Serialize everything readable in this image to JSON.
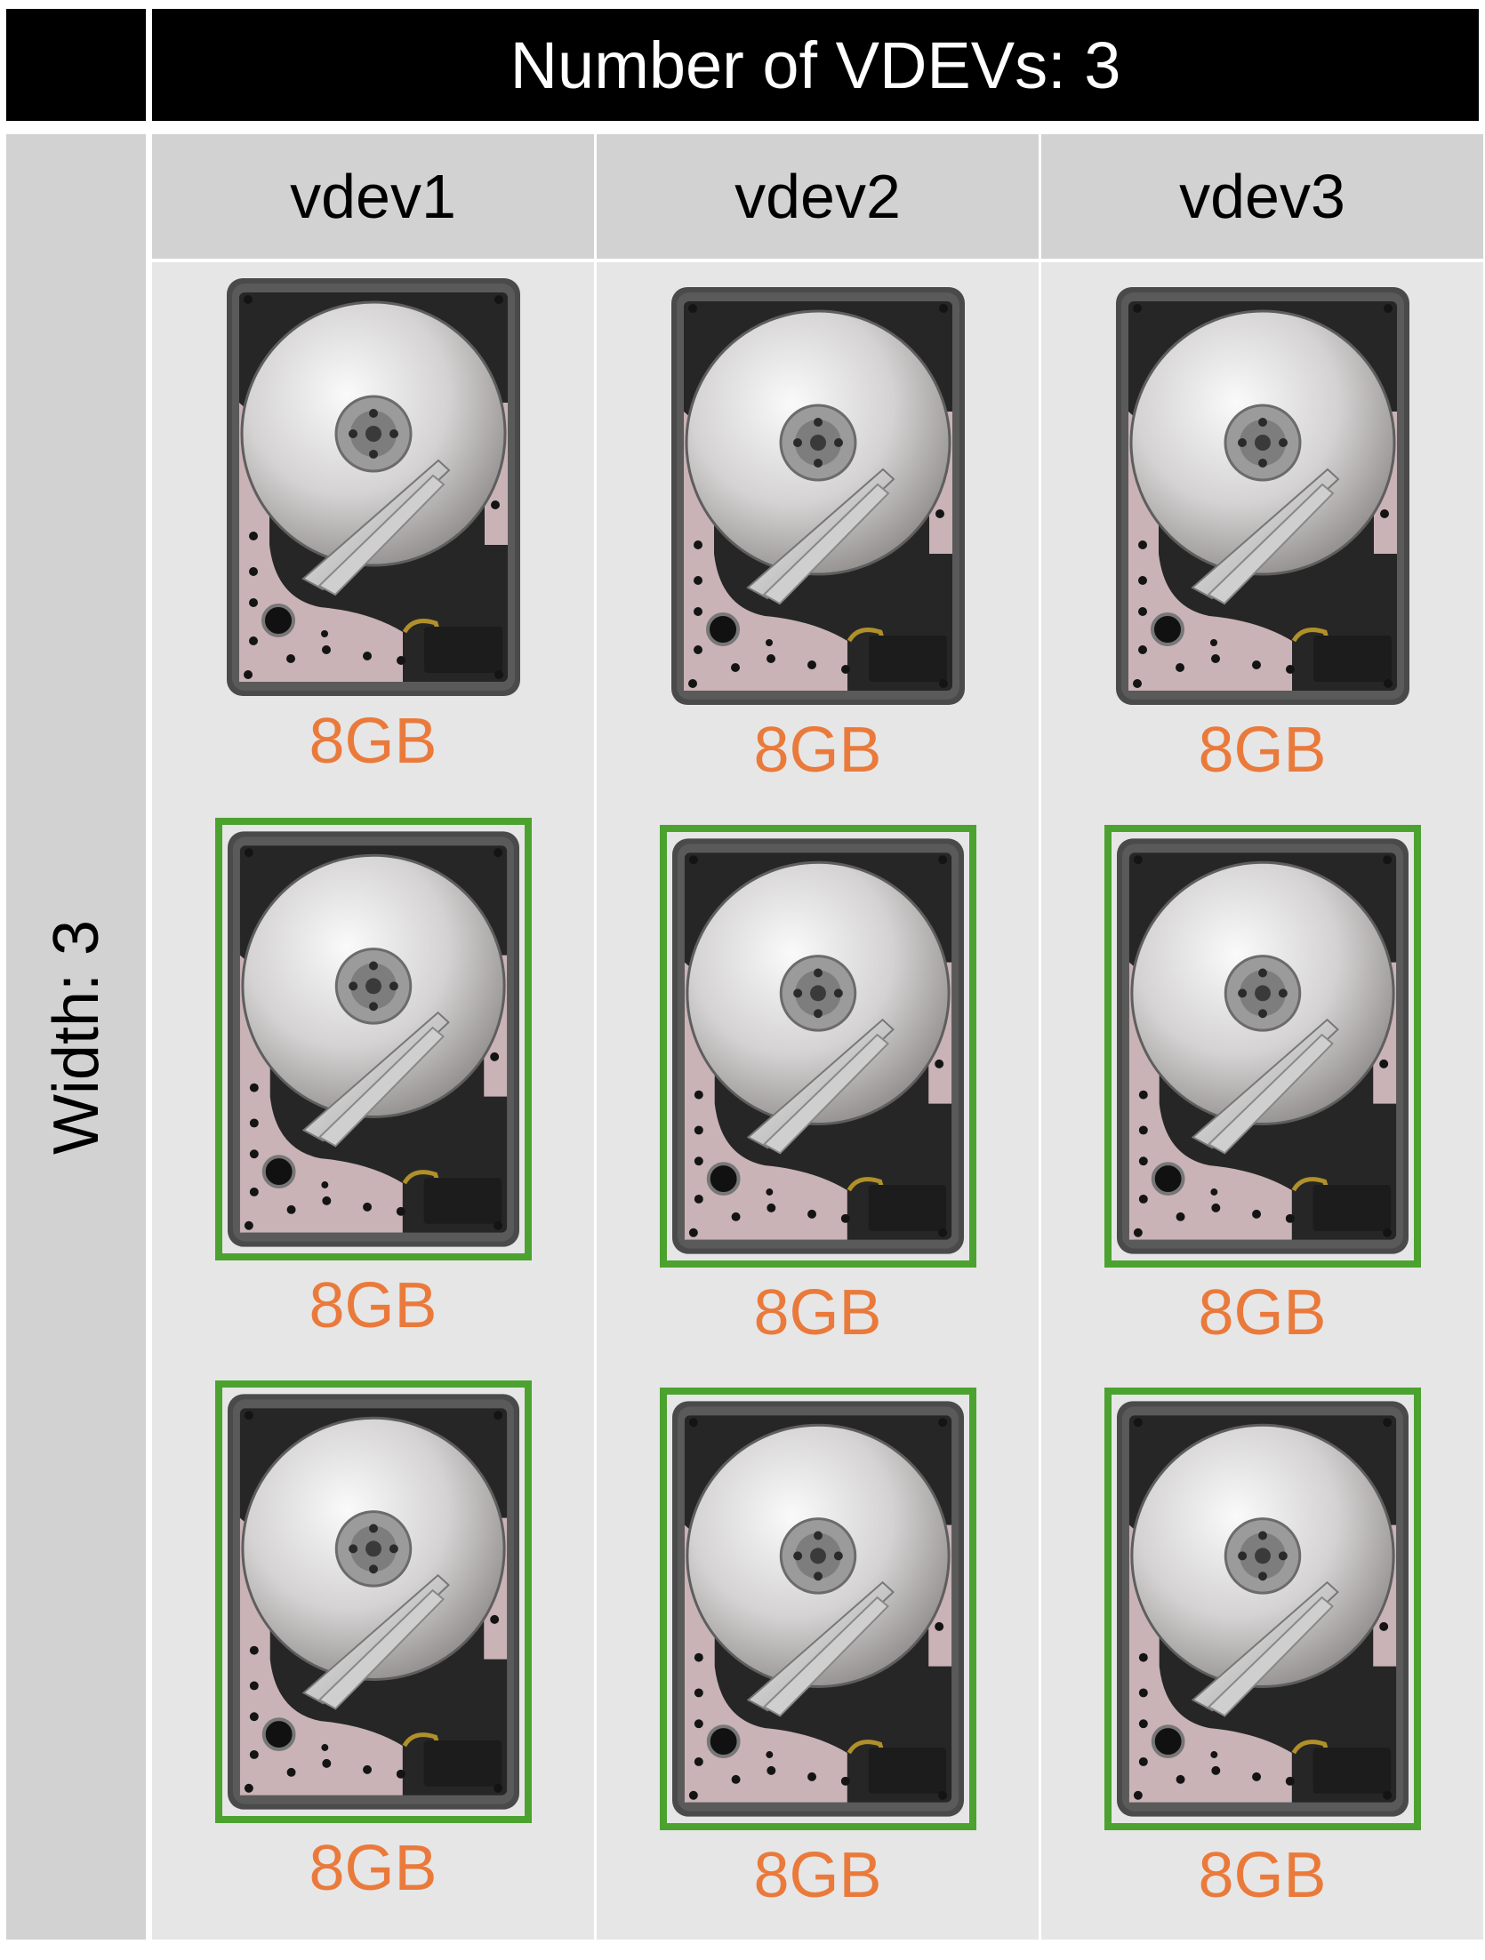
{
  "header": {
    "title": "Number of VDEVs: 3"
  },
  "side": {
    "label": "Width: 3"
  },
  "colors": {
    "selected_border": "#4ca22f",
    "capacity_text": "#ea7a3b",
    "header_bg": "#000000",
    "cell_bg": "#e6e6e6",
    "label_bg": "#d2d2d2"
  },
  "vdevs": [
    {
      "name": "vdev1",
      "disks": [
        {
          "capacity": "8GB",
          "selected": false
        },
        {
          "capacity": "8GB",
          "selected": true
        },
        {
          "capacity": "8GB",
          "selected": true
        }
      ]
    },
    {
      "name": "vdev2",
      "disks": [
        {
          "capacity": "8GB",
          "selected": false
        },
        {
          "capacity": "8GB",
          "selected": true
        },
        {
          "capacity": "8GB",
          "selected": true
        }
      ]
    },
    {
      "name": "vdev3",
      "disks": [
        {
          "capacity": "8GB",
          "selected": false
        },
        {
          "capacity": "8GB",
          "selected": true
        },
        {
          "capacity": "8GB",
          "selected": true
        }
      ]
    }
  ]
}
